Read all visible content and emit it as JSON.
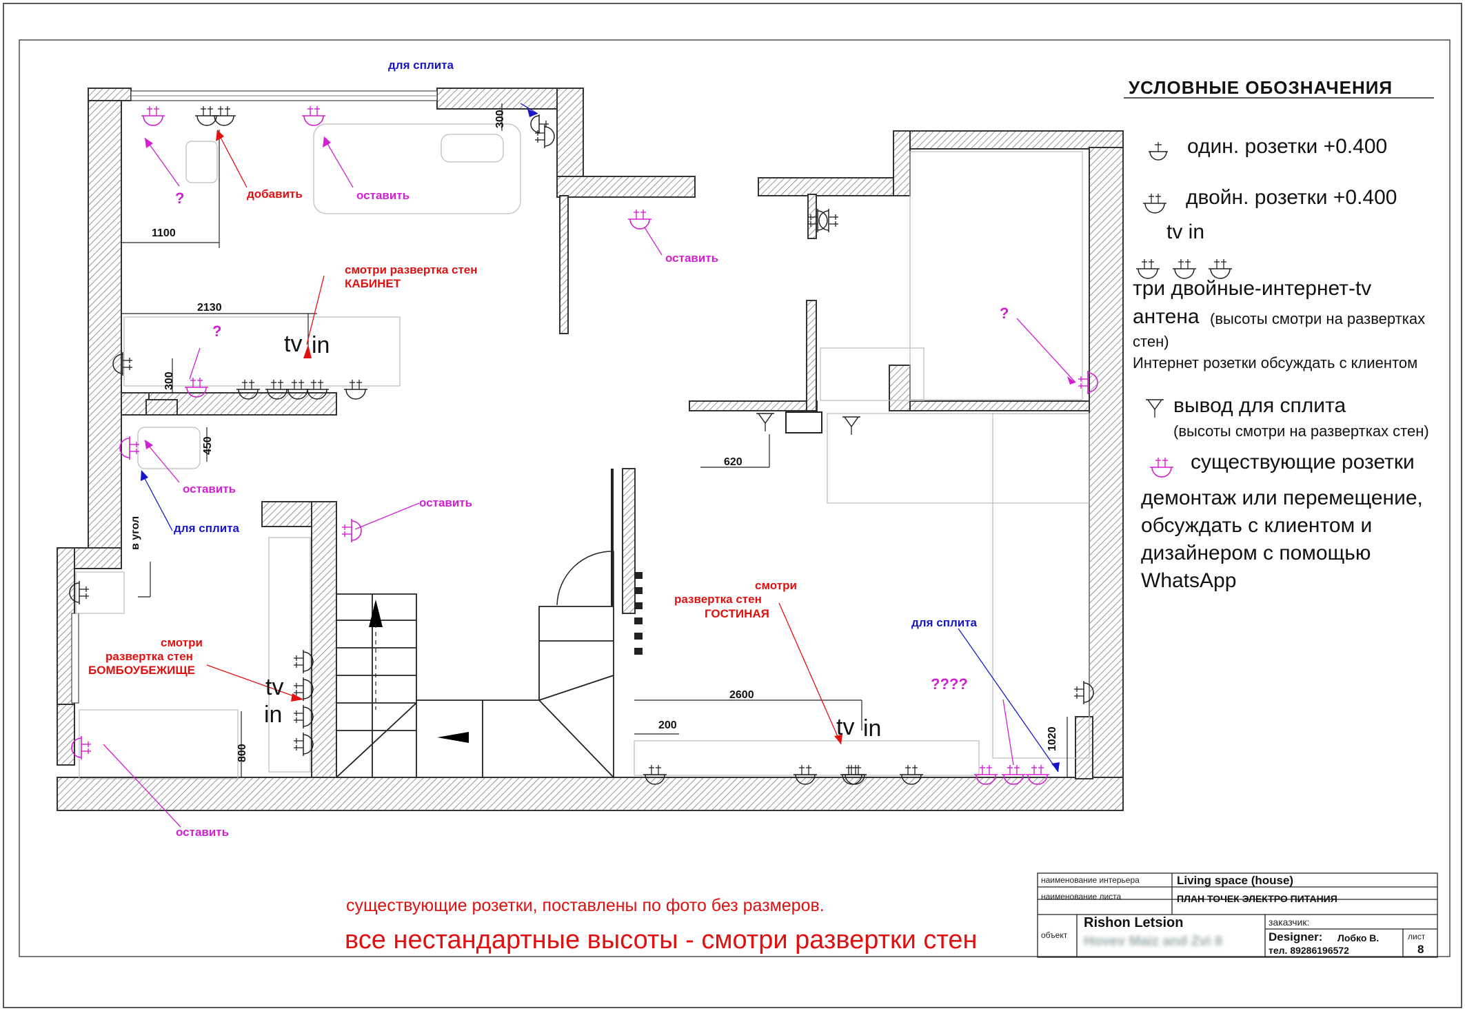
{
  "legend": {
    "title": "УСЛОВНЫЕ ОБОЗНАЧЕНИЯ",
    "single": "один. розетки +0.400",
    "double": "двойн. розетки +0.400",
    "tvin": "tv in",
    "triple_line1": "три двойные-интернет-tv",
    "triple_line2": "антена",
    "triple_note": "(высоты смотри на развертках",
    "triple_note2": "стен)",
    "internet_note": "Интернет розетки обсуждать с клиентом",
    "split": "вывод для сплита",
    "split_note": "(высоты смотри на развертках стен)",
    "existing": "существующие розетки",
    "demount1": "демонтаж или перемещение,",
    "demount2": "обсуждать с клиентом и",
    "demount3": "дизайнером с помощью",
    "demount4": "WhatsApp"
  },
  "notes": {
    "split1": "для сплита",
    "split2": "для сплита",
    "split3": "для сплита",
    "add": "добавить",
    "keep1": "оставить",
    "keep2": "оставить",
    "keep3": "оставить",
    "keep4": "оставить",
    "keep5": "оставить",
    "q1": "?",
    "q2": "?",
    "q3": "?",
    "q4": "????",
    "cab1": "смотри развертка стен",
    "cab2": "КАБИНЕТ",
    "gost1": "смотри",
    "gost2": "развертка стен",
    "gost3": "ГОСТИНАЯ",
    "bomb1": "смотри",
    "bomb2": "развертка стен",
    "bomb3": "БОМБОУБЕЖИЩЕ",
    "corner": "в угол",
    "tv": "tv",
    "in": "in",
    "bottom1": "существующие розетки, поставлены по фото без размеров.",
    "bottom2": "все нестандартные высоты - смотри развертки стен"
  },
  "dims": {
    "d300a": "300",
    "d1100": "1100",
    "d2130": "2130",
    "d300b": "300",
    "d450": "450",
    "d620": "620",
    "d2600": "2600",
    "d200": "200",
    "d800": "800",
    "d1020": "1020"
  },
  "title_block": {
    "interior_label": "наименование интерьера",
    "interior_value": "Living space (house)",
    "sheet_label": "наименование листа",
    "sheet_value": "ПЛАН ТОЧЕК ЭЛЕКТРО ПИТАНИЯ",
    "object_label": "объект",
    "object_value": "Rishon Letsion",
    "address_blurred": "Hovev Maiz and Zvi 8",
    "customer_label": "заказчик:",
    "designer_label": "Designer:",
    "designer_value": "Лобко В.",
    "phone": "тел. 89286196572",
    "sheet_no_label": "лист",
    "sheet_no": "8"
  },
  "colors": {
    "wall_hatch": "#555555",
    "red": "#e01010",
    "magenta": "#d21fd2",
    "blue": "#1616c8"
  }
}
